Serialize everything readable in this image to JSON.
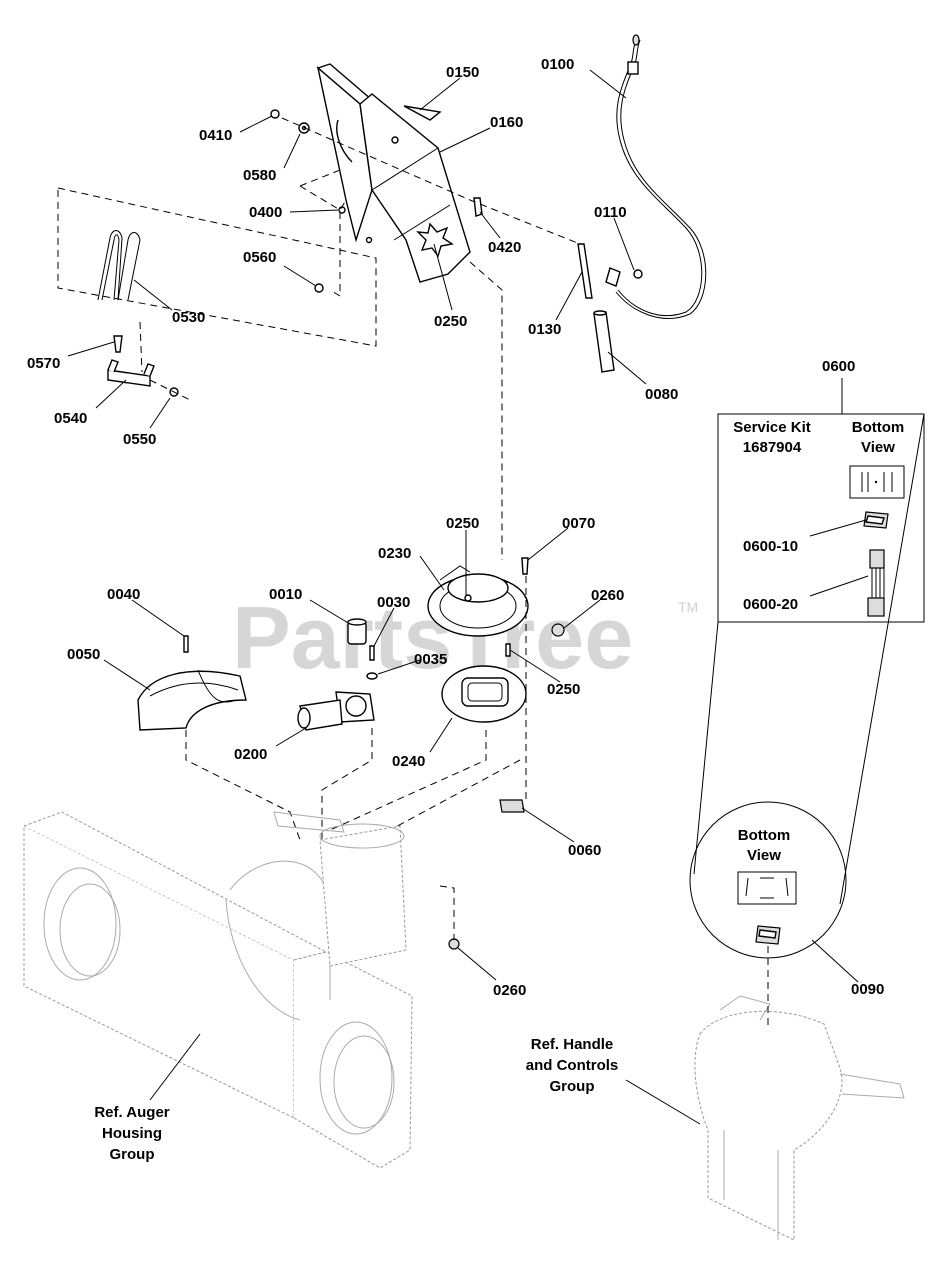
{
  "watermark": {
    "text": "PartsTree",
    "tm": "TM"
  },
  "callouts": [
    {
      "id": "c0100",
      "text": "0100"
    },
    {
      "id": "c0150",
      "text": "0150"
    },
    {
      "id": "c0160",
      "text": "0160"
    },
    {
      "id": "c0410",
      "text": "0410"
    },
    {
      "id": "c0580",
      "text": "0580"
    },
    {
      "id": "c0400",
      "text": "0400"
    },
    {
      "id": "c0420",
      "text": "0420"
    },
    {
      "id": "c0110",
      "text": "0110"
    },
    {
      "id": "c0560",
      "text": "0560"
    },
    {
      "id": "c0250a",
      "text": "0250"
    },
    {
      "id": "c0130",
      "text": "0130"
    },
    {
      "id": "c0530",
      "text": "0530"
    },
    {
      "id": "c0080",
      "text": "0080"
    },
    {
      "id": "c0570",
      "text": "0570"
    },
    {
      "id": "c0540",
      "text": "0540"
    },
    {
      "id": "c0550",
      "text": "0550"
    },
    {
      "id": "c0600",
      "text": "0600"
    },
    {
      "id": "c0250b",
      "text": "0250"
    },
    {
      "id": "c0070",
      "text": "0070"
    },
    {
      "id": "c0230",
      "text": "0230"
    },
    {
      "id": "c0040",
      "text": "0040"
    },
    {
      "id": "c0010",
      "text": "0010"
    },
    {
      "id": "c0030",
      "text": "0030"
    },
    {
      "id": "c0260a",
      "text": "0260"
    },
    {
      "id": "c0050",
      "text": "0050"
    },
    {
      "id": "c0035",
      "text": "0035"
    },
    {
      "id": "c0250c",
      "text": "0250"
    },
    {
      "id": "c0200",
      "text": "0200"
    },
    {
      "id": "c0240",
      "text": "0240"
    },
    {
      "id": "c0060",
      "text": "0060"
    },
    {
      "id": "c0260b",
      "text": "0260"
    },
    {
      "id": "c0090",
      "text": "0090"
    },
    {
      "id": "c0600_10",
      "text": "0600-10"
    },
    {
      "id": "c0600_20",
      "text": "0600-20"
    }
  ],
  "service_kit": {
    "title_line1": "Service Kit",
    "title_line2": "1687904",
    "bottom_view_line1": "Bottom",
    "bottom_view_line2": "View"
  },
  "zoom_circle": {
    "bottom_view_line1": "Bottom",
    "bottom_view_line2": "View"
  },
  "references": {
    "auger": [
      "Ref. Auger",
      "Housing",
      "Group"
    ],
    "handle": [
      "Ref. Handle",
      "and Controls",
      "Group"
    ]
  }
}
